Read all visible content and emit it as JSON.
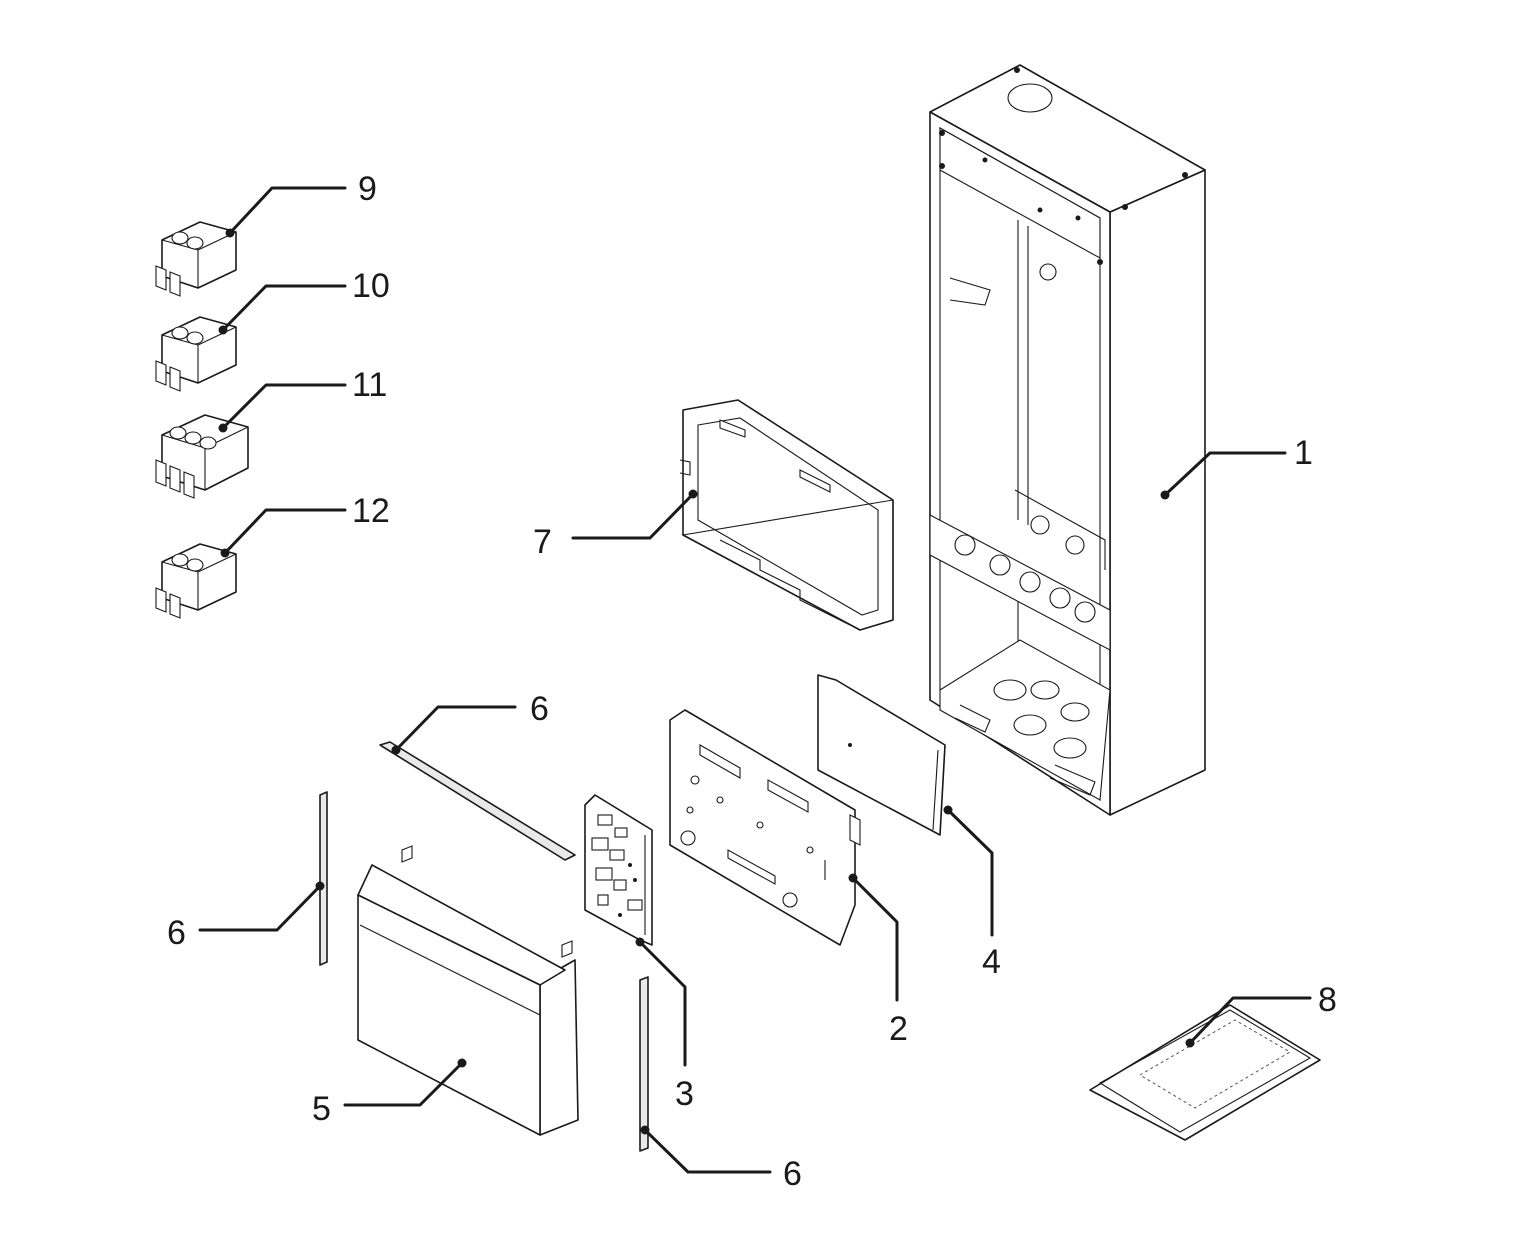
{
  "callouts": [
    {
      "id": "c1",
      "label": "1"
    },
    {
      "id": "c2",
      "label": "2"
    },
    {
      "id": "c3",
      "label": "3"
    },
    {
      "id": "c4",
      "label": "4"
    },
    {
      "id": "c5",
      "label": "5"
    },
    {
      "id": "c6a",
      "label": "6"
    },
    {
      "id": "c6b",
      "label": "6"
    },
    {
      "id": "c6c",
      "label": "6"
    },
    {
      "id": "c7",
      "label": "7"
    },
    {
      "id": "c8",
      "label": "8"
    },
    {
      "id": "c9",
      "label": "9"
    },
    {
      "id": "c10",
      "label": "10"
    },
    {
      "id": "c11",
      "label": "11"
    },
    {
      "id": "c12",
      "label": "12"
    }
  ],
  "colors": {
    "line": "#1a1a1a",
    "background": "#ffffff"
  }
}
